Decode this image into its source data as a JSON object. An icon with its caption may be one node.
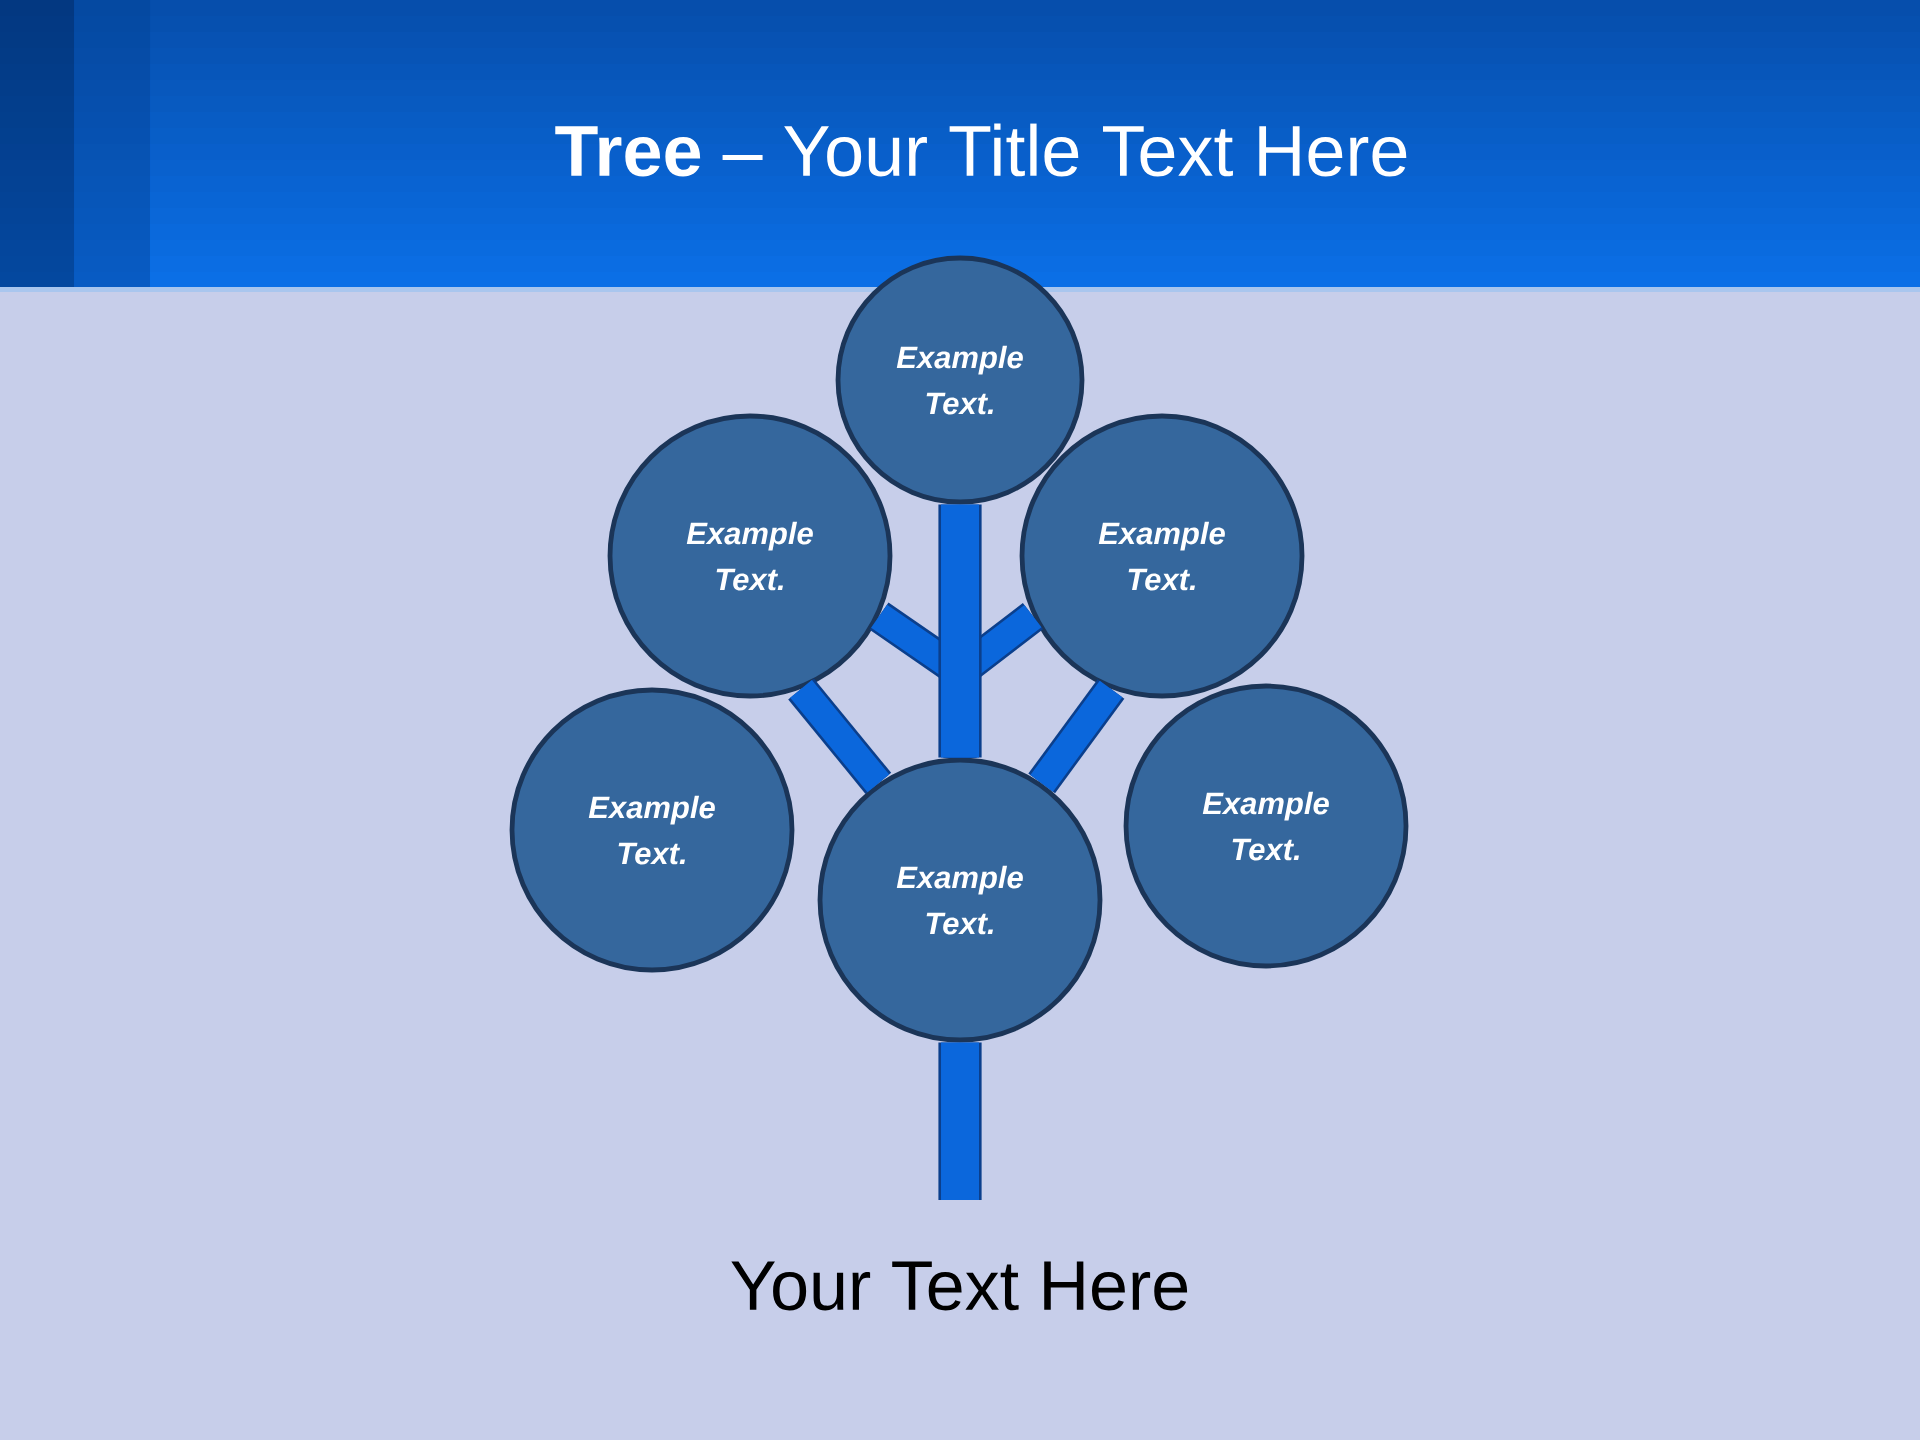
{
  "diagram": {
    "title": "**Tree** – Your Title Text Here",
    "nodes": [
      {
        "text": [
          "Example Text."
        ]
      },
      {
        "text": [
          "Example Text."
        ]
      },
      {
        "text": [
          "Example Text."
        ]
      },
      {
        "text": [
          "Example Text."
        ]
      },
      {
        "text": [
          "Example Text."
        ]
      },
      {
        "text": [
          "Example Text."
        ]
      }
    ],
    "edges": [
      {
        "from": 4,
        "to": 1,
        "arrow": "none"
      },
      {
        "from": 4,
        "to": 2,
        "arrow": "none"
      },
      {
        "from": 4,
        "to": 1,
        "arrow": "none"
      },
      {
        "from": 4,
        "to": 2,
        "arrow": "none"
      },
      {
        "from": 4,
        "to": 0,
        "arrow": "none"
      },
      {
        "from": null,
        "to": 4,
        "arrow": "none"
      }
    ],
    "labels": [
      "Your Text Here"
    ]
  }
}
